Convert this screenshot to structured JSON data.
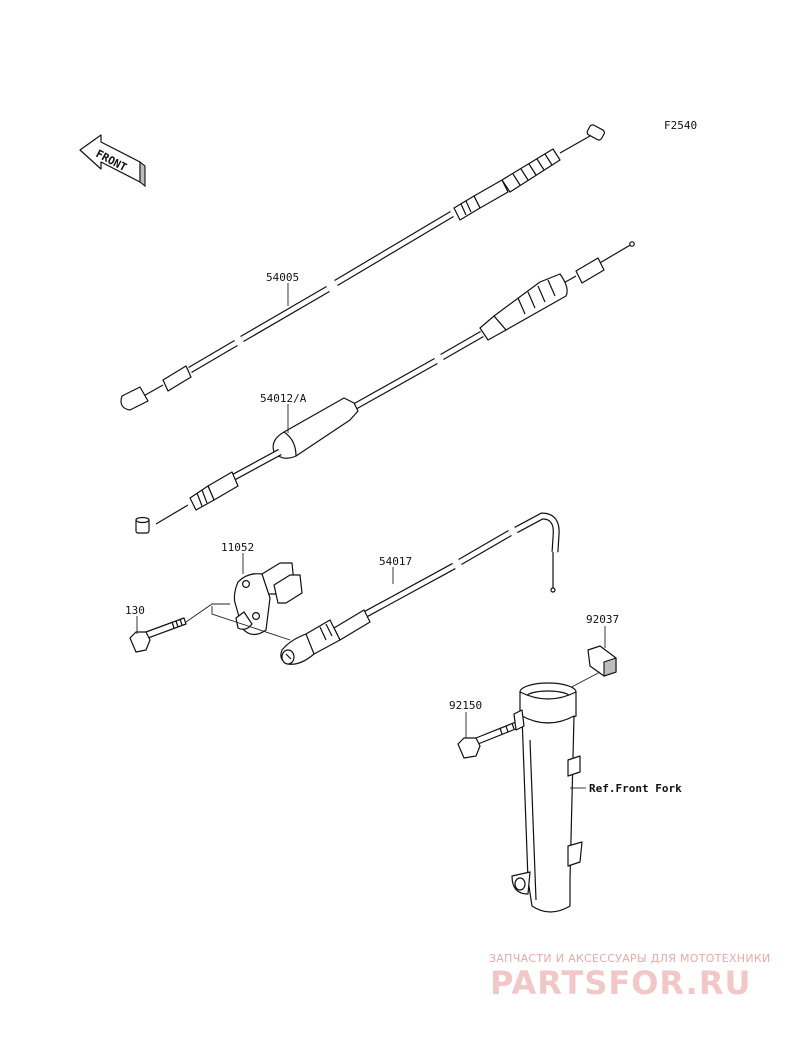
{
  "diagram_code": "F2540",
  "front_label": "FRONT",
  "parts": {
    "p54005": "54005",
    "p54012a": "54012/A",
    "p11052": "11052",
    "p54017": "54017",
    "p130": "130",
    "p92037": "92037",
    "p92150": "92150",
    "ref_front_fork": "Ref.Front Fork"
  },
  "watermark": {
    "tagline": "ЗАПЧАСТИ И АКСЕССУАРЫ ДЛЯ МОТОТЕХНИКИ",
    "brand": "PARTSFOR.RU"
  },
  "colors": {
    "line": "#111111",
    "watermark": "#e9a9a9"
  }
}
